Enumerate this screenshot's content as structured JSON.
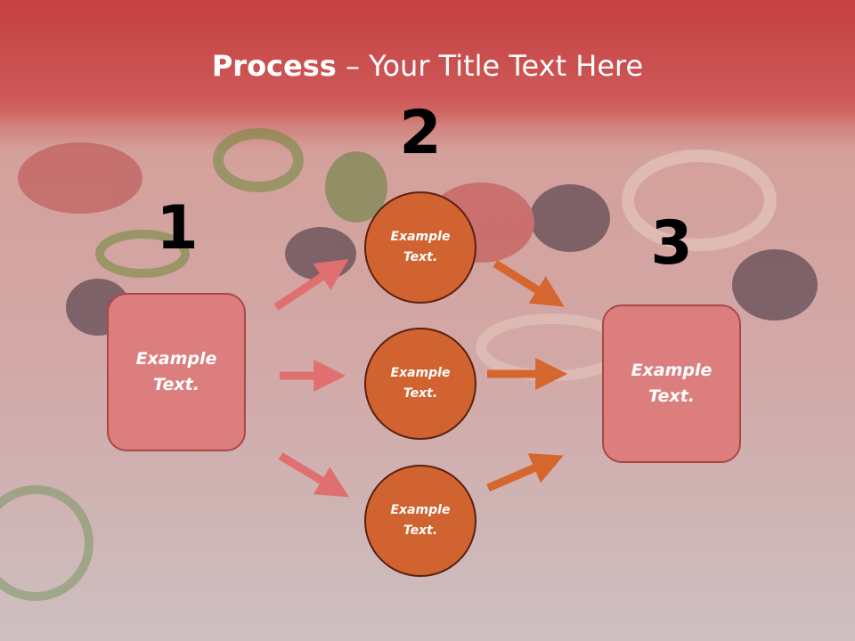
{
  "title": {
    "bold": "Process",
    "rest": " – Your Title Text Here"
  },
  "steps": [
    {
      "number": "1",
      "text": "Example Text."
    },
    {
      "number": "2"
    },
    {
      "number": "3",
      "text": "Example Text."
    }
  ],
  "circles": [
    {
      "text": "Example Text."
    },
    {
      "text": "Example Text."
    },
    {
      "text": "Example Text."
    }
  ],
  "colors": {
    "header": "#c8504f",
    "box_fill": "#dc7e7e",
    "box_border": "#a84848",
    "circle_fill": "#d06330",
    "circle_border": "#5a2010",
    "arrow_left": "#e07070",
    "arrow_right": "#d5662e"
  }
}
